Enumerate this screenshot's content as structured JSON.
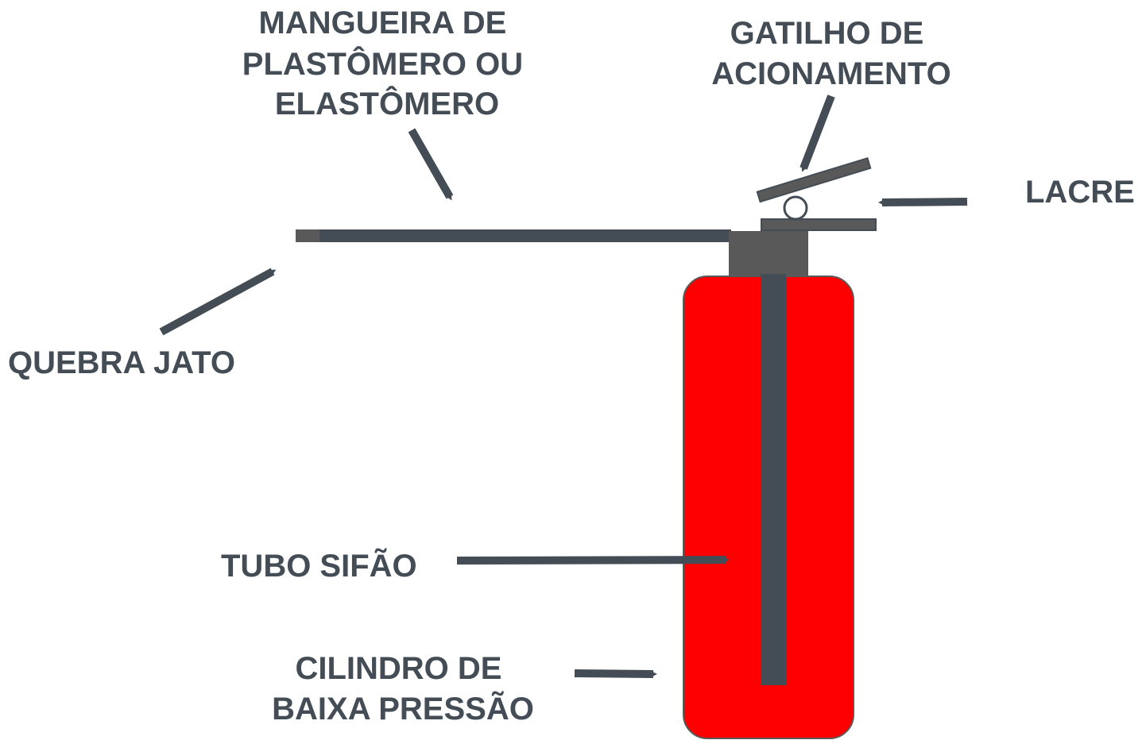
{
  "labels": {
    "hose": [
      "MANGUEIRA DE",
      "PLASTÔMERO OU",
      "ELASTÔMERO"
    ],
    "trigger": [
      "GATILHO DE",
      "ACIONAMENTO"
    ],
    "seal": "LACRE",
    "nozzle": "QUEBRA JATO",
    "siphon_tube": "TUBO SIFÃO",
    "cylinder": [
      "CILINDRO DE",
      "BAIXA PRESSÃO"
    ]
  },
  "colors": {
    "label_text": "#444d56",
    "arrow": "#444d56",
    "hose": "#444d56",
    "cylinder_body": "#ff0000",
    "valve_head": "#595959",
    "seal_ring": "#ffffff"
  }
}
